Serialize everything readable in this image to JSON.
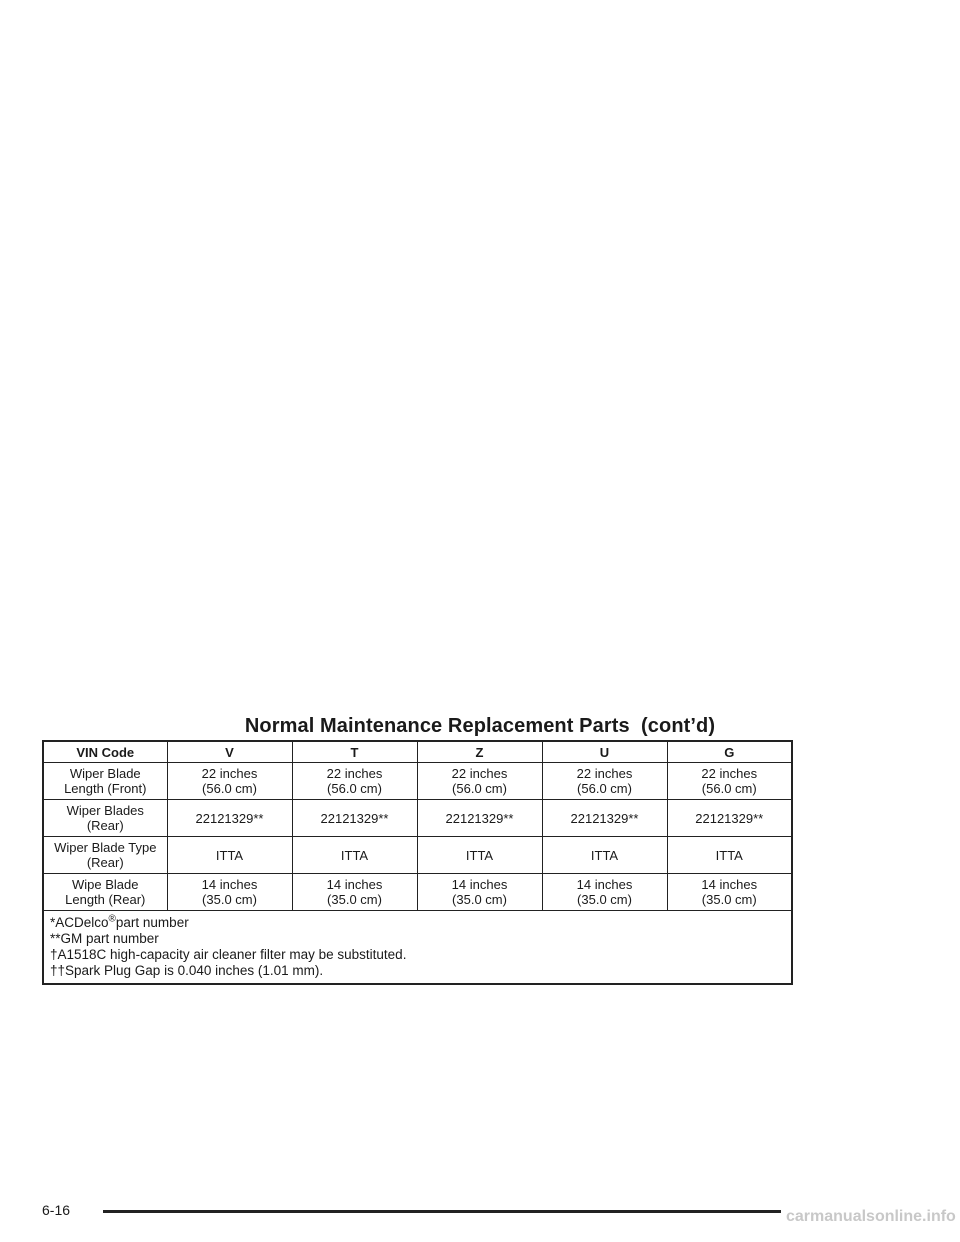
{
  "title": "Normal Maintenance Replacement Parts  (cont’d)",
  "table": {
    "header": [
      "VIN Code",
      "V",
      "T",
      "Z",
      "U",
      "G"
    ],
    "rows": [
      {
        "label": [
          "Wiper Blade",
          "Length (Front)"
        ],
        "values": [
          [
            "22 inches",
            "(56.0 cm)"
          ],
          [
            "22 inches",
            "(56.0 cm)"
          ],
          [
            "22 inches",
            "(56.0 cm)"
          ],
          [
            "22 inches",
            "(56.0 cm)"
          ],
          [
            "22 inches",
            "(56.0 cm)"
          ]
        ]
      },
      {
        "label": [
          "Wiper Blades",
          "(Rear)"
        ],
        "values": [
          [
            "22121329**"
          ],
          [
            "22121329**"
          ],
          [
            "22121329**"
          ],
          [
            "22121329**"
          ],
          [
            "22121329**"
          ]
        ]
      },
      {
        "label": [
          "Wiper Blade Type",
          "(Rear)"
        ],
        "values": [
          [
            "ITTA"
          ],
          [
            "ITTA"
          ],
          [
            "ITTA"
          ],
          [
            "ITTA"
          ],
          [
            "ITTA"
          ]
        ]
      },
      {
        "label": [
          "Wipe Blade",
          "Length (Rear)"
        ],
        "values": [
          [
            "14 inches",
            "(35.0 cm)"
          ],
          [
            "14 inches",
            "(35.0 cm)"
          ],
          [
            "14 inches",
            "(35.0 cm)"
          ],
          [
            "14 inches",
            "(35.0 cm)"
          ],
          [
            "14 inches",
            "(35.0 cm)"
          ]
        ]
      }
    ],
    "notes": {
      "acdelco_prefix": "*ACDelco",
      "registered_mark": "®",
      "acdelco_suffix": "part number",
      "gm": "**GM part number",
      "air_filter": "†A1518C high-capacity air cleaner filter may be substituted.",
      "spark_plug": "††Spark Plug Gap is 0.040 inches (1.01 mm)."
    }
  },
  "page_number": "6-16",
  "watermark": "carmanualsonline.info"
}
